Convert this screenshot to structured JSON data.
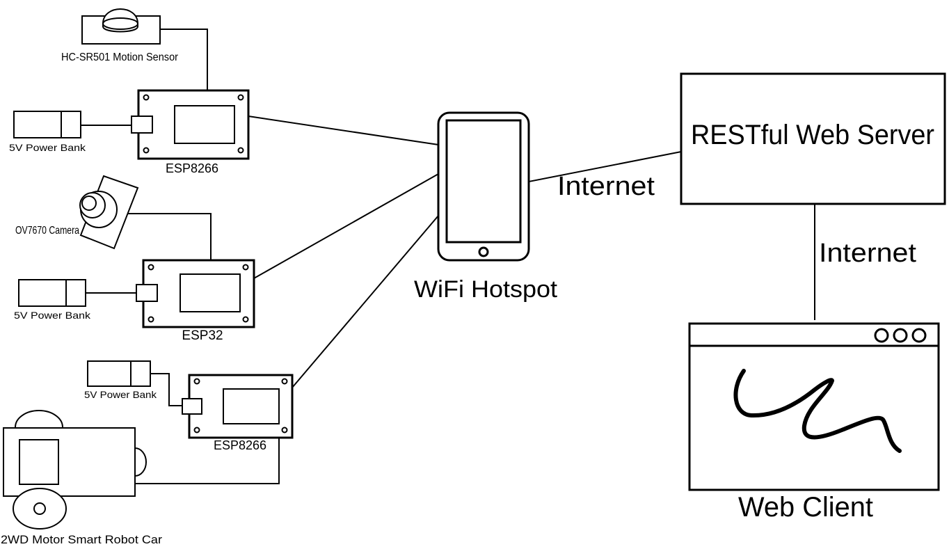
{
  "colors": {
    "stroke": "#000000",
    "background": "#ffffff"
  },
  "labels": {
    "motion_sensor": "HC-SR501 Motion Sensor",
    "power_bank_1": "5V Power Bank",
    "esp_1": "ESP8266",
    "camera": "OV7670 Camera",
    "power_bank_2": "5V Power Bank",
    "esp_2": "ESP32",
    "power_bank_3": "5V Power Bank",
    "esp_3": "ESP8266",
    "robot_car": "2WD Motor Smart Robot Car",
    "hotspot": "WiFi Hotspot",
    "internet_1": "Internet",
    "server": "RESTful Web Server",
    "internet_2": "Internet",
    "client": "Web Client"
  },
  "icons": [
    "motion-sensor-icon",
    "power-bank-icon",
    "esp-board-icon",
    "camera-icon",
    "robot-car-icon",
    "smartphone-icon",
    "browser-window-icon"
  ]
}
